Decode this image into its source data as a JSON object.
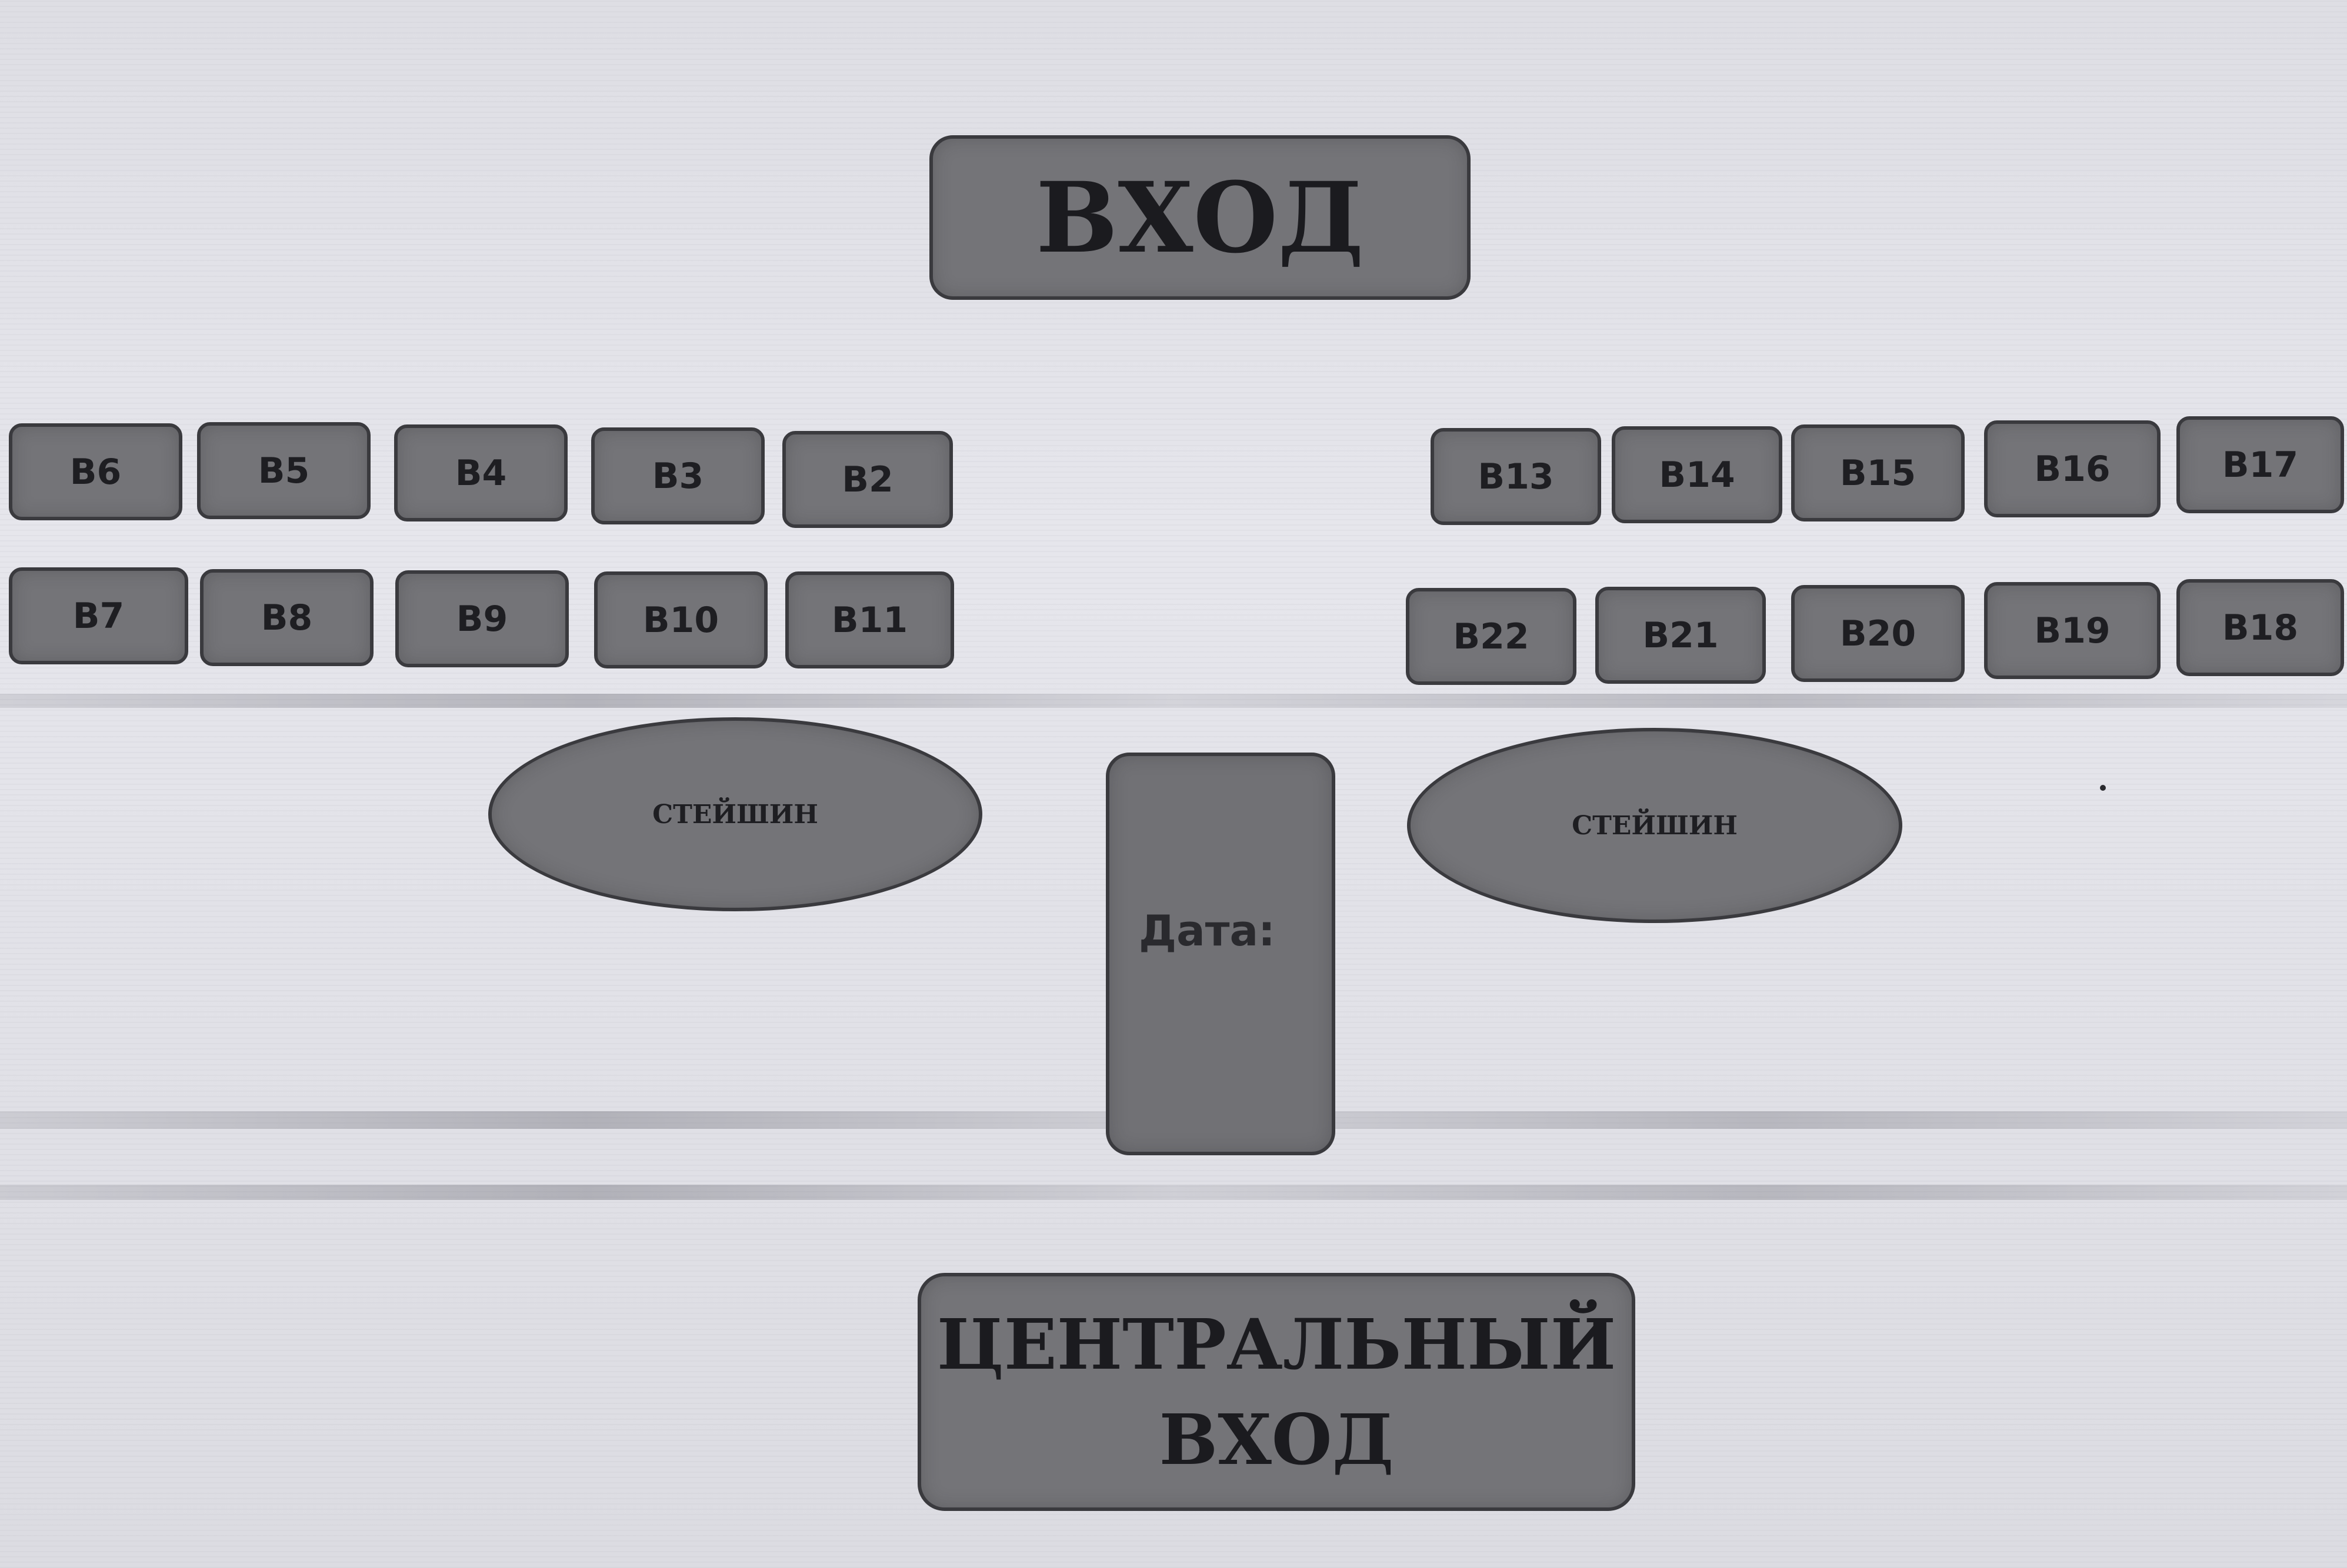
{
  "entrance_top": {
    "label": "ВХОД"
  },
  "central_entrance": {
    "line1": "ЦЕНТРАЛЬНЫЙ",
    "line2": "ВХОД"
  },
  "date": {
    "label": "Дата:"
  },
  "stations": {
    "left": "СТЕЙШИН",
    "right": "СТЕЙШИН"
  },
  "booths": {
    "left_top": [
      "B6",
      "B5",
      "B4",
      "B3",
      "B2"
    ],
    "left_bottom": [
      "B7",
      "B8",
      "B9",
      "B10",
      "B11"
    ],
    "right_top": [
      "B13",
      "B14",
      "B15",
      "B16",
      "B17"
    ],
    "right_bottom": [
      "B22",
      "B21",
      "B20",
      "B19",
      "B18"
    ]
  },
  "colors": {
    "box_fill": "#747478",
    "box_border": "#3a3a3e",
    "paper": "#e2e2e8",
    "text": "#1e1e22"
  }
}
